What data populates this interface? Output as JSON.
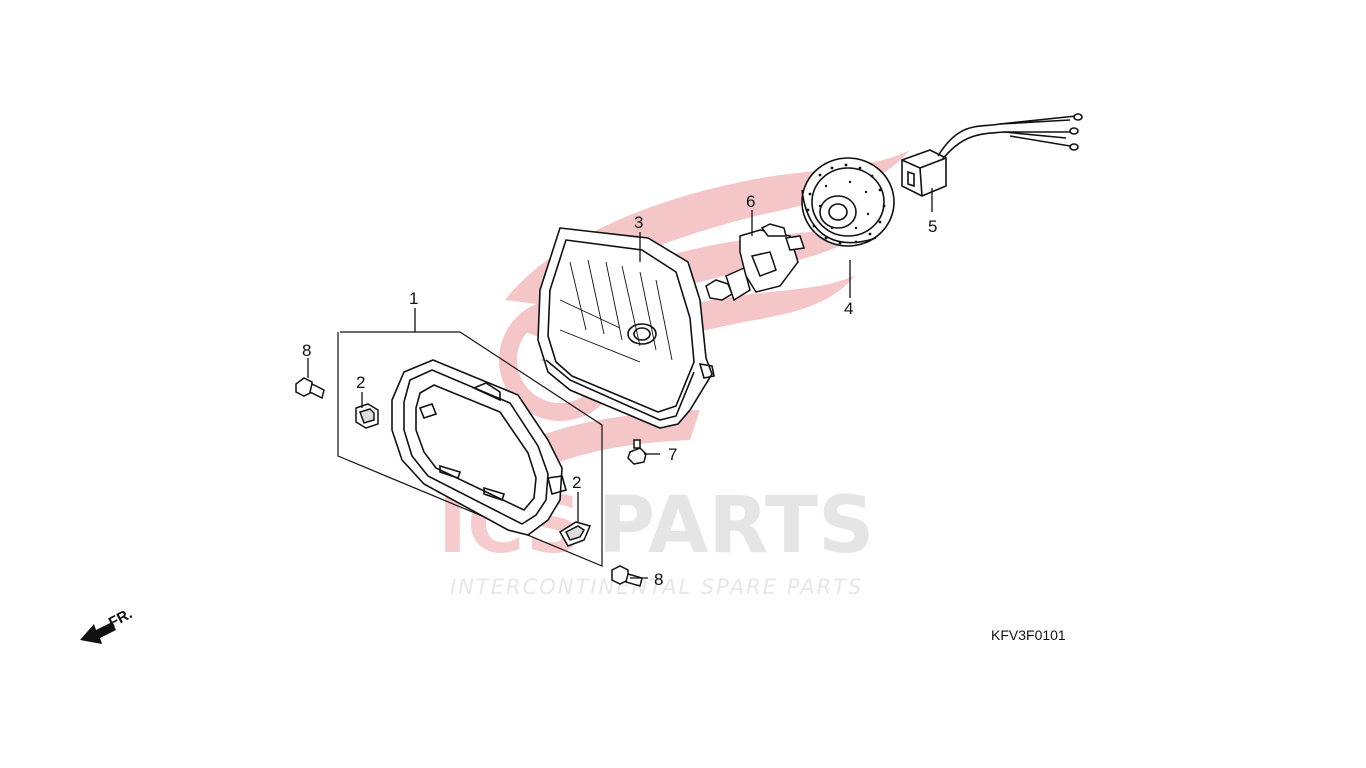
{
  "watermark": {
    "prefix": "ICS",
    "word": "PARTS",
    "tagline": "INTERCONTINENTAL SPARE PARTS",
    "color_primary": "#e9343d",
    "color_secondary": "#9a9a9a"
  },
  "diagram_code": "KFV3F0101",
  "direction_indicator": {
    "label": "FR."
  },
  "callouts": [
    {
      "id": "part-1",
      "label": "1"
    },
    {
      "id": "part-2-left",
      "label": "2"
    },
    {
      "id": "part-2-right",
      "label": "2"
    },
    {
      "id": "part-3",
      "label": "3"
    },
    {
      "id": "part-4",
      "label": "4"
    },
    {
      "id": "part-5",
      "label": "5"
    },
    {
      "id": "part-6",
      "label": "6"
    },
    {
      "id": "part-7",
      "label": "7"
    },
    {
      "id": "part-8-left",
      "label": "8"
    },
    {
      "id": "part-8-right",
      "label": "8"
    }
  ],
  "icons": {
    "direction": "arrow-left-down-icon",
    "wing_logo": "wing-logo-icon"
  }
}
